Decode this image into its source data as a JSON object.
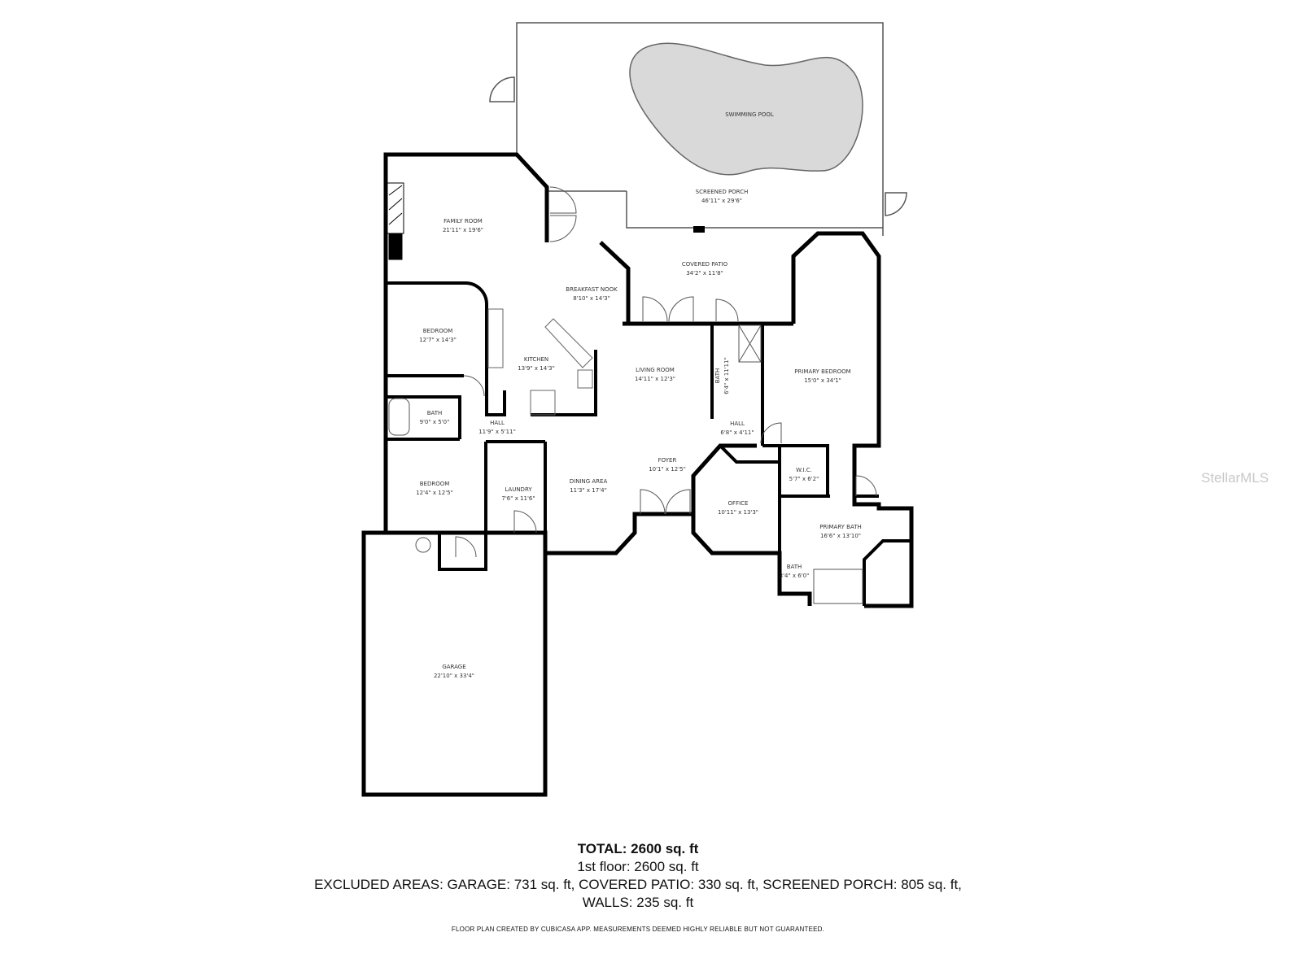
{
  "rooms": [
    {
      "name": "SWIMMING POOL",
      "dims": ""
    },
    {
      "name": "SCREENED PORCH",
      "dims": "46'11\" x 29'6\""
    },
    {
      "name": "FAMILY ROOM",
      "dims": "21'11\" x 19'6\""
    },
    {
      "name": "COVERED PATIO",
      "dims": "34'2\" x 11'8\""
    },
    {
      "name": "BREAKFAST NOOK",
      "dims": "8'10\" x 14'3\""
    },
    {
      "name": "BEDROOM",
      "dims": "12'7\" x 14'3\""
    },
    {
      "name": "KITCHEN",
      "dims": "13'9\" x 14'3\""
    },
    {
      "name": "LIVING ROOM",
      "dims": "14'11\" x 12'3\""
    },
    {
      "name": "BATH",
      "dims": "6'4\" x 11'11\""
    },
    {
      "name": "PRIMARY BEDROOM",
      "dims": "15'0\" x 34'1\""
    },
    {
      "name": "BATH",
      "dims": "9'0\" x 5'0\""
    },
    {
      "name": "HALL",
      "dims": "11'9\" x 5'11\""
    },
    {
      "name": "HALL",
      "dims": "6'8\" x 4'11\""
    },
    {
      "name": "FOYER",
      "dims": "10'1\" x 12'5\""
    },
    {
      "name": "W.I.C.",
      "dims": "5'7\" x 6'2\""
    },
    {
      "name": "BEDROOM",
      "dims": "12'4\" x 12'5\""
    },
    {
      "name": "LAUNDRY",
      "dims": "7'6\" x 11'6\""
    },
    {
      "name": "DINING AREA",
      "dims": "11'3\" x 17'4\""
    },
    {
      "name": "OFFICE",
      "dims": "10'11\" x 13'3\""
    },
    {
      "name": "PRIMARY BATH",
      "dims": "16'6\" x 13'10\""
    },
    {
      "name": "BATH",
      "dims": "3'4\" x 6'0\""
    },
    {
      "name": "GARAGE",
      "dims": "22'10\" x 33'4\""
    }
  ],
  "summary": {
    "total": "TOTAL: 2600 sq. ft",
    "floor": "1st floor: 2600 sq. ft",
    "excluded": "EXCLUDED AREAS: GARAGE: 731 sq. ft, COVERED PATIO: 330 sq. ft, SCREENED PORCH: 805 sq. ft,",
    "walls": "WALLS: 235 sq. ft",
    "disclaimer": "FLOOR PLAN CREATED BY CUBICASA APP. MEASUREMENTS DEEMED HIGHLY RELIABLE BUT NOT GUARANTEED."
  },
  "watermark": "StellarMLS",
  "colors": {
    "wall": "#000000",
    "pool": "#d9d9d9",
    "text": "#333333"
  }
}
